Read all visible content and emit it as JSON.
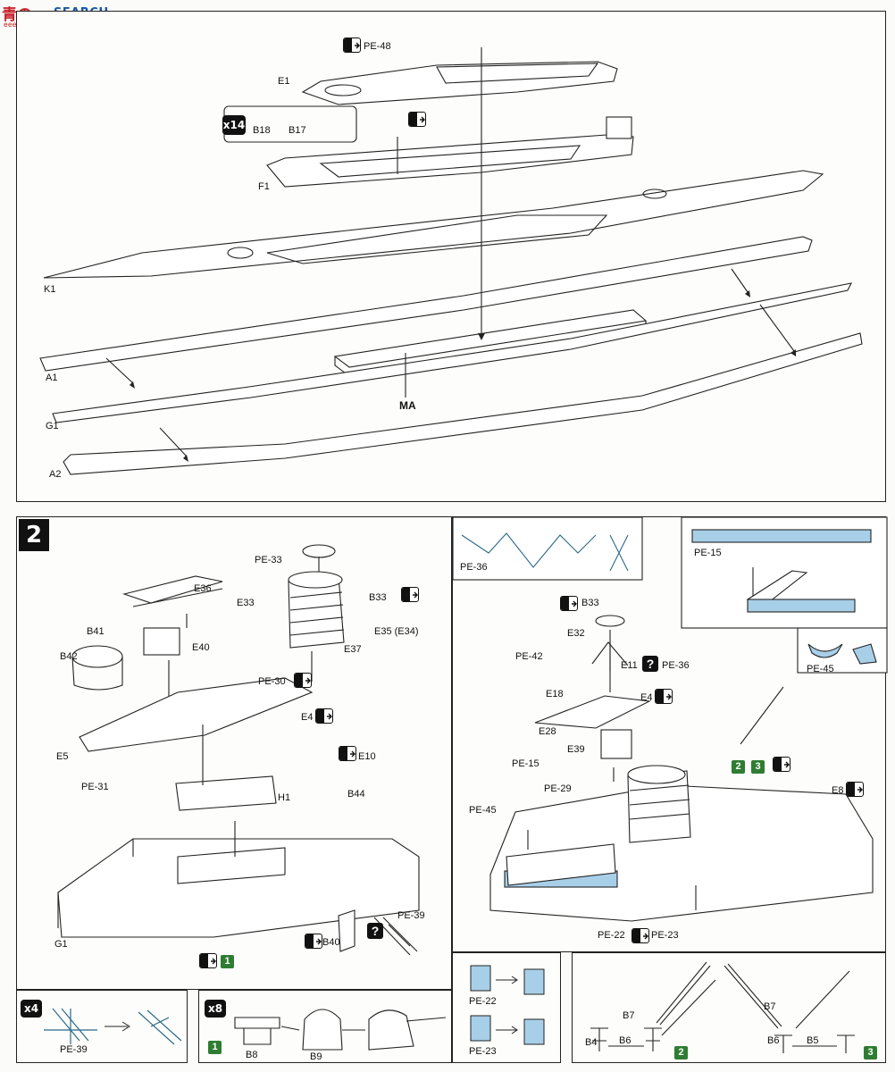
{
  "watermark": {
    "logo": "青の",
    "word": "SEARCH",
    "sub": "eee-search.com"
  },
  "step1": {
    "repeat": "x14",
    "labels": {
      "pe48": "PE-48",
      "e1": "E1",
      "f1": "F1",
      "k1": "K1",
      "a1": "A1",
      "ma": "MA",
      "g1": "G1",
      "a2": "A2",
      "b18": "B18",
      "b17": "B17"
    }
  },
  "step2": {
    "number": "2",
    "labels": {
      "pe33": "PE-33",
      "e36": "E36",
      "e33": "E33",
      "b33": "B33",
      "e35": "E35 (E34)",
      "b41": "B41",
      "e40": "E40",
      "e37": "E37",
      "b42": "B42",
      "pe30": "PE-30",
      "e4": "E4",
      "e5": "E5",
      "e10": "E10",
      "pe31": "PE-31",
      "h1": "H1",
      "b44": "B44",
      "g1": "G1",
      "pe39": "PE-39",
      "b40": "B40",
      "one": "1"
    }
  },
  "inset_right": {
    "labels": {
      "pe36": "PE-36",
      "pe15": "PE-15",
      "b33": "B33",
      "e32": "E32",
      "pe42": "PE-42",
      "e11": "E11",
      "pe36b": "PE-36",
      "e18": "E18",
      "e4": "E4",
      "e28": "E28",
      "e39": "E39",
      "pe45": "PE-45",
      "pe15b": "PE-15",
      "pe29": "PE-29",
      "pe45b": "PE-45",
      "e8": "E8",
      "g2": "2",
      "g3": "3",
      "pe22": "PE-22",
      "pe23": "PE-23"
    }
  },
  "bottom": {
    "x4": "x4",
    "x8": "x8",
    "pe39": "PE-39",
    "b8": "B8",
    "b9": "B9",
    "one": "1",
    "pe22": "PE-22",
    "pe23": "PE-23",
    "b7": "B7",
    "b4": "B4",
    "b6": "B6",
    "two": "2",
    "b7b": "B7",
    "b6b": "B6",
    "b5": "B5",
    "three": "3"
  },
  "colors": {
    "line": "#222222",
    "pe_fill": "#a8cfe8",
    "green": "#2e7d32",
    "bg": "#fdfdfb"
  }
}
